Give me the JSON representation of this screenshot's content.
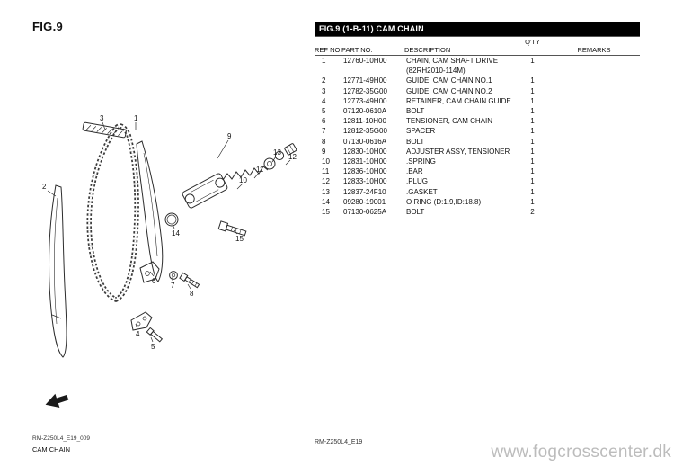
{
  "page": {
    "fig_label": "FIG.9",
    "watermark": "www.fogcrosscenter.dk"
  },
  "parts_table": {
    "title": "FIG.9 (1-B-11) CAM CHAIN",
    "headers": {
      "ref": "REF NO.",
      "part": "PART NO.",
      "desc": "DESCRIPTION",
      "qty": "Q'TY",
      "remarks": "REMARKS"
    },
    "rows": [
      {
        "ref": "1",
        "part": "12760-10H00",
        "desc": "CHAIN, CAM SHAFT DRIVE",
        "qty": "1",
        "remarks": ""
      },
      {
        "ref": "",
        "part": "",
        "desc": "(82RH2010-114M)",
        "qty": "",
        "remarks": ""
      },
      {
        "ref": "2",
        "part": "12771-49H00",
        "desc": "GUIDE, CAM CHAIN NO.1",
        "qty": "1",
        "remarks": ""
      },
      {
        "ref": "3",
        "part": "12782-35G00",
        "desc": "GUIDE, CAM CHAIN NO.2",
        "qty": "1",
        "remarks": ""
      },
      {
        "ref": "4",
        "part": "12773-49H00",
        "desc": "RETAINER, CAM CHAIN GUIDE",
        "qty": "1",
        "remarks": ""
      },
      {
        "ref": "5",
        "part": "07120-0610A",
        "desc": "BOLT",
        "qty": "1",
        "remarks": ""
      },
      {
        "ref": "6",
        "part": "12811-10H00",
        "desc": "TENSIONER, CAM CHAIN",
        "qty": "1",
        "remarks": ""
      },
      {
        "ref": "7",
        "part": "12812-35G00",
        "desc": "SPACER",
        "qty": "1",
        "remarks": ""
      },
      {
        "ref": "8",
        "part": "07130-0616A",
        "desc": "BOLT",
        "qty": "1",
        "remarks": ""
      },
      {
        "ref": "9",
        "part": "12830-10H00",
        "desc": "ADJUSTER ASSY, TENSIONER",
        "qty": "1",
        "remarks": ""
      },
      {
        "ref": "10",
        "part": "12831-10H00",
        "desc": ".SPRING",
        "qty": "1",
        "remarks": ""
      },
      {
        "ref": "11",
        "part": "12836-10H00",
        "desc": ".BAR",
        "qty": "1",
        "remarks": ""
      },
      {
        "ref": "12",
        "part": "12833-10H00",
        "desc": ".PLUG",
        "qty": "1",
        "remarks": ""
      },
      {
        "ref": "13",
        "part": "12837-24F10",
        "desc": ".GASKET",
        "qty": "1",
        "remarks": ""
      },
      {
        "ref": "14",
        "part": "09280-19001",
        "desc": "O RING (D:1.9,ID:18.8)",
        "qty": "1",
        "remarks": ""
      },
      {
        "ref": "15",
        "part": "07130-0625A",
        "desc": "BOLT",
        "qty": "2",
        "remarks": ""
      }
    ]
  },
  "diagram": {
    "callouts": {
      "c1": "1",
      "c2": "2",
      "c3": "3",
      "c4": "4",
      "c5": "5",
      "c6": "6",
      "c7": "7",
      "c8": "8",
      "c9": "9",
      "c10": "10",
      "c11": "11",
      "c12": "12",
      "c13": "13",
      "c14": "14",
      "c15": "15"
    },
    "icons": {
      "front_arrow": "front-direction-arrow"
    }
  },
  "footer": {
    "doc_code": "RM-Z250L4_E19_009",
    "doc_title": "CAM CHAIN",
    "center_code": "RM-Z250L4_E19"
  }
}
